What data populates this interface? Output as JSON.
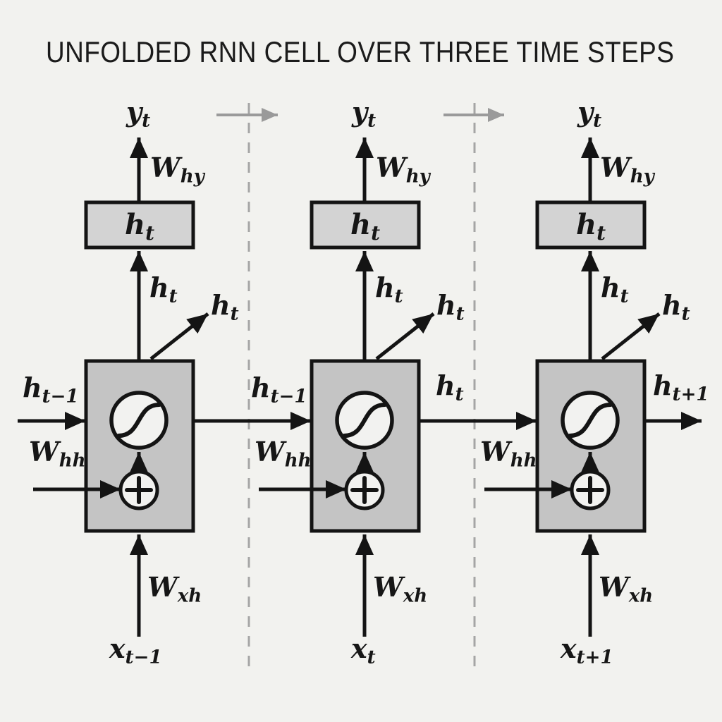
{
  "title": "UNFOLDED RNN CELL OVER THREE TIME STEPS",
  "colors": {
    "background": "#f2f2ef",
    "cell_fill": "#c4c4c4",
    "hidden_box_fill": "#d3d3d3",
    "node_fill": "#f2f2f0",
    "line": "#141414",
    "dashed_divider": "#a5a5a5",
    "time_arrow": "#9a9a9a"
  },
  "columns": [
    {
      "y_out": {
        "base": "y",
        "sub": "t"
      },
      "w_hy": {
        "base": "W",
        "sub": "hy"
      },
      "h_box": {
        "base": "h",
        "sub": "t"
      },
      "h_up": {
        "base": "h",
        "sub": "t"
      },
      "h_branch": {
        "base": "h",
        "sub": "t"
      },
      "h_in": {
        "base": "h",
        "sub": "t−1"
      },
      "w_hh": {
        "base": "W",
        "sub": "hh"
      },
      "w_xh": {
        "base": "W",
        "sub": "xh"
      },
      "x_in": {
        "base": "x",
        "sub": "t−1"
      }
    },
    {
      "y_out": {
        "base": "y",
        "sub": "t"
      },
      "w_hy": {
        "base": "W",
        "sub": "hy"
      },
      "h_box": {
        "base": "h",
        "sub": "t"
      },
      "h_up": {
        "base": "h",
        "sub": "t"
      },
      "h_branch": {
        "base": "h",
        "sub": "t"
      },
      "h_in": {
        "base": "h",
        "sub": "t−1"
      },
      "w_hh": {
        "base": "W",
        "sub": "hh"
      },
      "h_out": {
        "base": "h",
        "sub": "t"
      },
      "w_xh": {
        "base": "W",
        "sub": "xh"
      },
      "x_in": {
        "base": "x",
        "sub": "t"
      }
    },
    {
      "y_out": {
        "base": "y",
        "sub": "t"
      },
      "w_hy": {
        "base": "W",
        "sub": "hy"
      },
      "h_box": {
        "base": "h",
        "sub": "t"
      },
      "h_up": {
        "base": "h",
        "sub": "t"
      },
      "h_branch": {
        "base": "h",
        "sub": "t"
      },
      "w_hh": {
        "base": "W",
        "sub": "hh"
      },
      "h_out": {
        "base": "h",
        "sub": "t+1"
      },
      "w_xh": {
        "base": "W",
        "sub": "xh"
      },
      "x_in": {
        "base": "x",
        "sub": "t+1"
      }
    }
  ]
}
